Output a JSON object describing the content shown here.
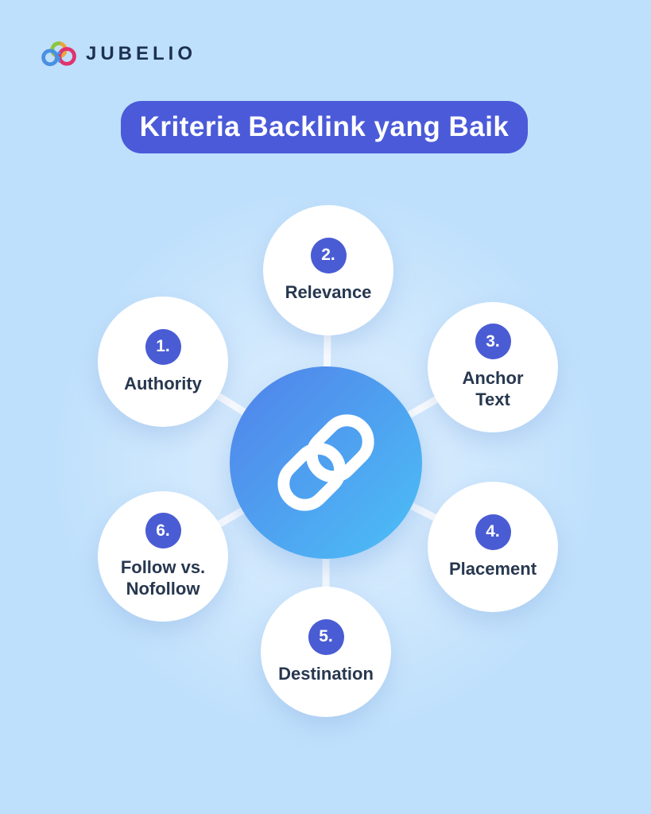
{
  "brand": {
    "name": "JUBELIO"
  },
  "title": {
    "text": "Kriteria Backlink yang Baik"
  },
  "hub": {
    "icon": "chain-link-icon"
  },
  "nodes": [
    {
      "number": "1.",
      "label": "Authority"
    },
    {
      "number": "2.",
      "label": "Relevance"
    },
    {
      "number": "3.",
      "label": "Anchor Text"
    },
    {
      "number": "4.",
      "label": "Placement"
    },
    {
      "number": "5.",
      "label": "Destination"
    },
    {
      "number": "6.",
      "label": "Follow vs. Nofollow"
    }
  ],
  "colors": {
    "background": "#BFE0FC",
    "banner": "#4A5AD9",
    "badge": "#4A5CD4",
    "hub_gradient_start": "#5181EA",
    "hub_gradient_end": "#4CC0F6",
    "node_fill": "#FFFFFF",
    "connector": "#FFFFFF",
    "label_text": "#27374F",
    "brand_text": "#1C3150"
  }
}
